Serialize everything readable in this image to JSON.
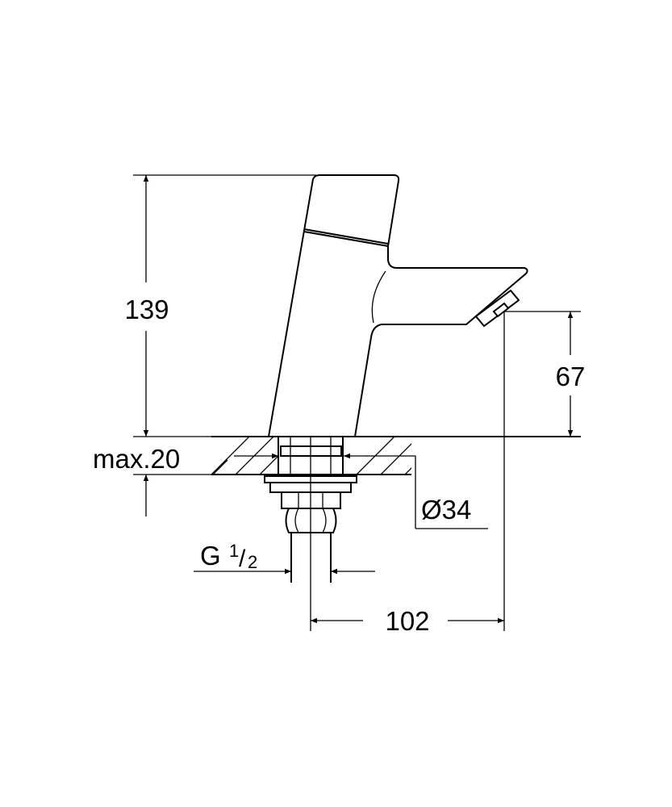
{
  "drawing": {
    "dimensions": {
      "height_total": "139",
      "spout_height": "67",
      "max_thickness": "max.20",
      "hole_diameter": "Ø34",
      "thread_main": "G",
      "thread_num": "1",
      "thread_den": "2",
      "projection": "102"
    },
    "colors": {
      "line": "#000000",
      "background": "#ffffff"
    }
  }
}
